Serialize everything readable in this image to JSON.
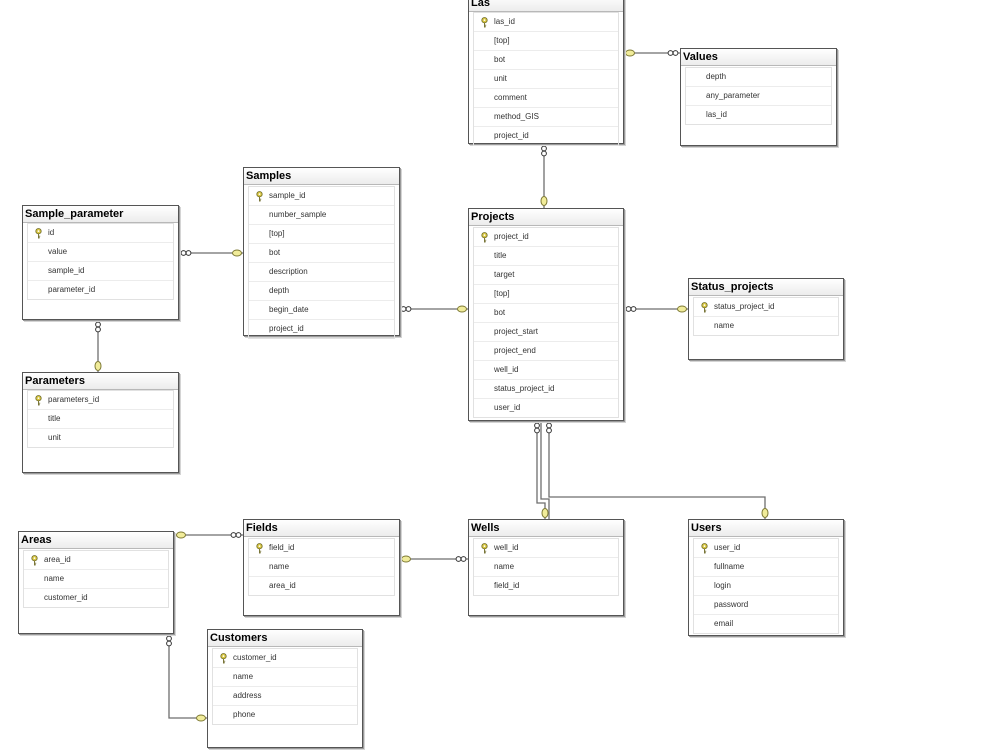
{
  "tables": {
    "las": {
      "title": "Las",
      "columns": [
        {
          "name": "las_id",
          "pk": true
        },
        {
          "name": "[top]"
        },
        {
          "name": "bot"
        },
        {
          "name": "unit"
        },
        {
          "name": "comment"
        },
        {
          "name": "method_GIS"
        },
        {
          "name": "project_id"
        }
      ]
    },
    "values": {
      "title": "Values",
      "columns": [
        {
          "name": "depth"
        },
        {
          "name": "any_parameter"
        },
        {
          "name": "las_id"
        }
      ]
    },
    "sample_parameter": {
      "title": "Sample_parameter",
      "columns": [
        {
          "name": "id",
          "pk": true
        },
        {
          "name": "value"
        },
        {
          "name": "sample_id"
        },
        {
          "name": "parameter_id"
        }
      ]
    },
    "samples": {
      "title": "Samples",
      "columns": [
        {
          "name": "sample_id",
          "pk": true
        },
        {
          "name": "number_sample"
        },
        {
          "name": "[top]"
        },
        {
          "name": "bot"
        },
        {
          "name": "description"
        },
        {
          "name": "depth"
        },
        {
          "name": "begin_date"
        },
        {
          "name": "project_id"
        }
      ]
    },
    "projects": {
      "title": "Projects",
      "columns": [
        {
          "name": "project_id",
          "pk": true
        },
        {
          "name": "title"
        },
        {
          "name": "target"
        },
        {
          "name": "[top]"
        },
        {
          "name": "bot"
        },
        {
          "name": "project_start"
        },
        {
          "name": "project_end"
        },
        {
          "name": "well_id"
        },
        {
          "name": "status_project_id"
        },
        {
          "name": "user_id"
        }
      ]
    },
    "status_projects": {
      "title": "Status_projects",
      "columns": [
        {
          "name": "status_project_id",
          "pk": true
        },
        {
          "name": "name"
        }
      ]
    },
    "parameters": {
      "title": "Parameters",
      "columns": [
        {
          "name": "parameters_id",
          "pk": true
        },
        {
          "name": "title"
        },
        {
          "name": "unit"
        }
      ]
    },
    "areas": {
      "title": "Areas",
      "columns": [
        {
          "name": "area_id",
          "pk": true
        },
        {
          "name": "name"
        },
        {
          "name": "customer_id"
        }
      ]
    },
    "fields": {
      "title": "Fields",
      "columns": [
        {
          "name": "field_id",
          "pk": true
        },
        {
          "name": "name"
        },
        {
          "name": "area_id"
        }
      ]
    },
    "wells": {
      "title": "Wells",
      "columns": [
        {
          "name": "well_id",
          "pk": true
        },
        {
          "name": "name"
        },
        {
          "name": "field_id"
        }
      ]
    },
    "users": {
      "title": "Users",
      "columns": [
        {
          "name": "user_id",
          "pk": true
        },
        {
          "name": "fullname"
        },
        {
          "name": "login"
        },
        {
          "name": "password"
        },
        {
          "name": "email"
        }
      ]
    },
    "customers": {
      "title": "Customers",
      "columns": [
        {
          "name": "customer_id",
          "pk": true
        },
        {
          "name": "name"
        },
        {
          "name": "address"
        },
        {
          "name": "phone"
        }
      ]
    }
  },
  "relationships": [
    {
      "from": "values",
      "to": "las"
    },
    {
      "from": "las",
      "to": "projects"
    },
    {
      "from": "sample_parameter",
      "to": "samples"
    },
    {
      "from": "sample_parameter",
      "to": "parameters"
    },
    {
      "from": "samples",
      "to": "projects"
    },
    {
      "from": "projects",
      "to": "status_projects"
    },
    {
      "from": "projects",
      "to": "wells"
    },
    {
      "from": "projects",
      "to": "users"
    },
    {
      "from": "fields",
      "to": "areas"
    },
    {
      "from": "wells",
      "to": "fields"
    },
    {
      "from": "areas",
      "to": "customers"
    }
  ],
  "colors": {
    "line": "#6e6e6e",
    "key_fill": "#d8c640",
    "key_stroke": "#6f6b2a",
    "end_fill": "#f1ec9a",
    "end_stroke": "#7e7a35"
  }
}
